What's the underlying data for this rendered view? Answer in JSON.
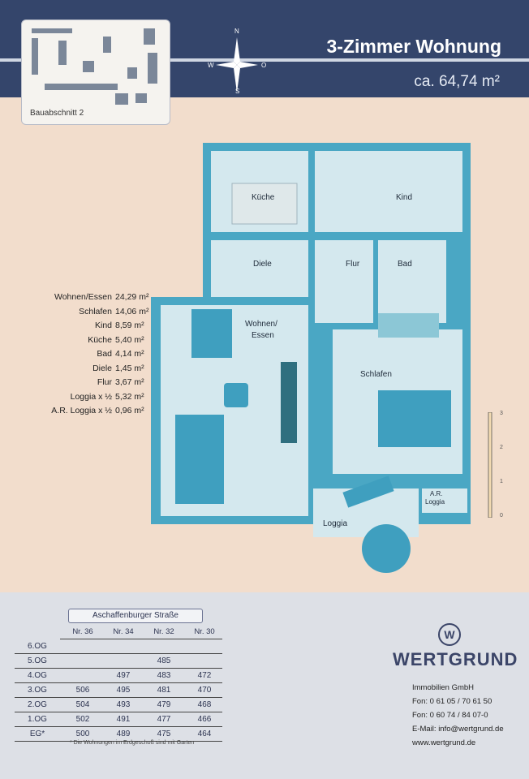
{
  "header": {
    "title": "3-Zimmer Wohnung",
    "area": "ca. 64,74 m²"
  },
  "site_plan": {
    "label": "Bauabschnitt 2"
  },
  "compass": {
    "n": "N",
    "s": "S",
    "w": "W",
    "o": "O"
  },
  "rooms": {
    "kueche": "Küche",
    "kind": "Kind",
    "diele": "Diele",
    "flur": "Flur",
    "bad": "Bad",
    "wohnen": "Wohnen/",
    "essen": "Essen",
    "schlafen": "Schlafen",
    "loggia": "Loggia",
    "ar_loggia_1": "A.R.",
    "ar_loggia_2": "Loggia"
  },
  "area_list": [
    {
      "label": "Wohnen/Essen",
      "value": "24,29 m²"
    },
    {
      "label": "Schlafen",
      "value": "14,06 m²"
    },
    {
      "label": "Kind",
      "value": "8,59 m²"
    },
    {
      "label": "Küche",
      "value": "5,40 m²"
    },
    {
      "label": "Bad",
      "value": "4,14 m²"
    },
    {
      "label": "Diele",
      "value": "1,45 m²"
    },
    {
      "label": "Flur",
      "value": "3,67 m²"
    },
    {
      "label": "Loggia x ½",
      "value": "5,32 m²"
    },
    {
      "label": "A.R. Loggia x ½",
      "value": "0,96 m²"
    }
  ],
  "scale": {
    "ticks": [
      "0",
      "1",
      "2",
      "3"
    ]
  },
  "table": {
    "street": "Aschaffenburger Straße",
    "columns": [
      "Nr. 36",
      "Nr. 34",
      "Nr. 32",
      "Nr. 30"
    ],
    "rows": [
      {
        "floor": "6.OG",
        "cells": [
          "",
          "",
          "",
          ""
        ]
      },
      {
        "floor": "5.OG",
        "cells": [
          "",
          "",
          "485",
          ""
        ]
      },
      {
        "floor": "4.OG",
        "cells": [
          "",
          "497",
          "483",
          "472"
        ]
      },
      {
        "floor": "3.OG",
        "cells": [
          "506",
          "495",
          "481",
          "470"
        ]
      },
      {
        "floor": "2.OG",
        "cells": [
          "504",
          "493",
          "479",
          "468"
        ]
      },
      {
        "floor": "1.OG",
        "cells": [
          "502",
          "491",
          "477",
          "466"
        ]
      },
      {
        "floor": "EG*",
        "cells": [
          "500",
          "489",
          "475",
          "464"
        ]
      }
    ],
    "footnote": "* Die Wohnungen im Erdgeschoß sind mit Garten"
  },
  "brand": {
    "logo_letter": "W",
    "name": "WERTGRUND",
    "company": "Immobilien GmbH",
    "phone1": "Fon: 0 61 05 / 70 61 50",
    "phone2": "Fon: 0 60 74 / 84 07-0",
    "email": "E-Mail: info@wertgrund.de",
    "web": "www.wertgrund.de"
  },
  "colors": {
    "header": "#34456b",
    "wall": "#4aa7c4",
    "floor": "#d4e8ee",
    "paper": "#f2ddcc"
  }
}
